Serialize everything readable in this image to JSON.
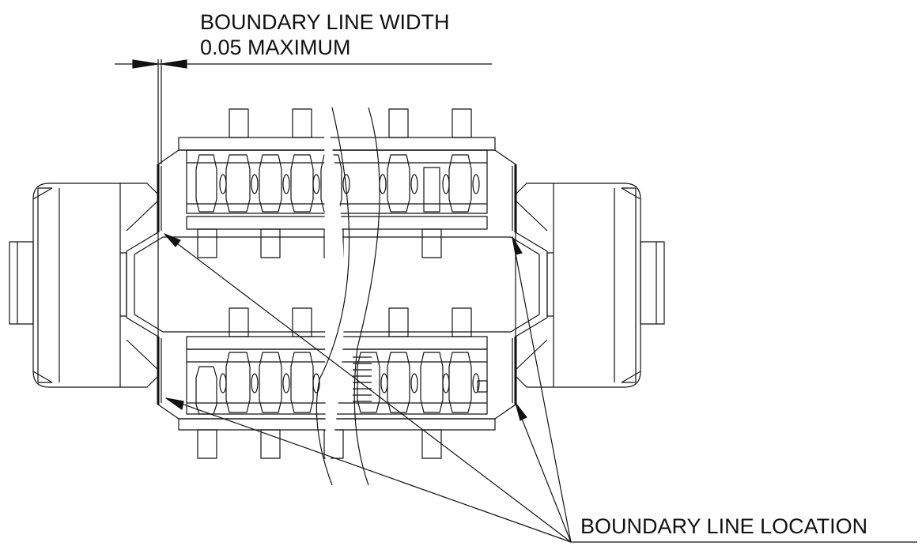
{
  "annotations": {
    "width_label_line1": "BOUNDARY LINE WIDTH",
    "width_label_line2": "0.05 MAXIMUM",
    "location_label": "BOUNDARY LINE LOCATION"
  },
  "colors": {
    "ink": "#111111",
    "background": "#ffffff"
  }
}
